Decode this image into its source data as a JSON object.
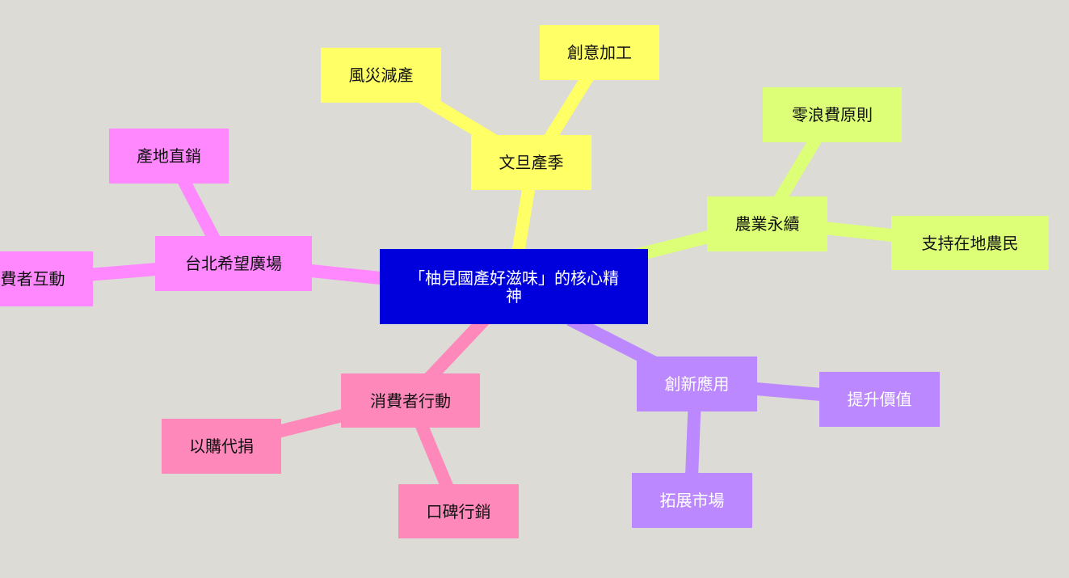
{
  "center": {
    "label": "「柚見國產好滋味」的核心精神",
    "color": "#0000dd"
  },
  "branches": [
    {
      "label": "文旦產季",
      "color": "#ffff66",
      "children": [
        {
          "label": "風災減產"
        },
        {
          "label": "創意加工"
        }
      ]
    },
    {
      "label": "農業永續",
      "color": "#ddff77",
      "children": [
        {
          "label": "零浪費原則"
        },
        {
          "label": "支持在地農民"
        }
      ]
    },
    {
      "label": "台北希望廣場",
      "color": "#ff88ff",
      "children": [
        {
          "label": "產地直銷"
        },
        {
          "label": "費者互動"
        }
      ]
    },
    {
      "label": "消費者行動",
      "color": "#ff88bb",
      "children": [
        {
          "label": "以購代捐"
        },
        {
          "label": "口碑行銷"
        }
      ]
    },
    {
      "label": "創新應用",
      "color": "#bb88ff",
      "children": [
        {
          "label": "提升價值"
        },
        {
          "label": "拓展市場"
        }
      ]
    }
  ]
}
